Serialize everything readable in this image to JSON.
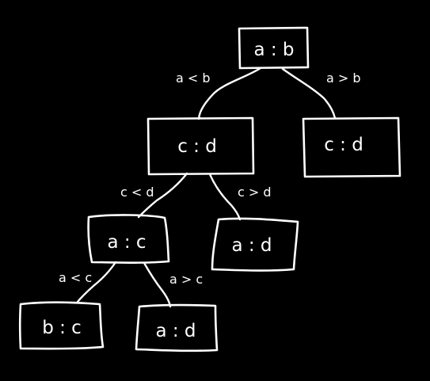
{
  "diagram": {
    "background": "#000000",
    "ink": "#ffffff",
    "nodes": {
      "root": {
        "label": "a : b"
      },
      "l": {
        "label": "c : d"
      },
      "r": {
        "label": "c : d"
      },
      "ll": {
        "label": "a : c"
      },
      "lr": {
        "label": "a : d"
      },
      "lll": {
        "label": "b : c"
      },
      "llr": {
        "label": "a : d"
      }
    },
    "edges": {
      "root_l": {
        "label": "a < b"
      },
      "root_r": {
        "label": "a > b"
      },
      "l_ll": {
        "label": "c < d"
      },
      "l_lr": {
        "label": "c > d"
      },
      "ll_lll": {
        "label": "a < c"
      },
      "ll_llr": {
        "label": "a > c"
      }
    }
  }
}
